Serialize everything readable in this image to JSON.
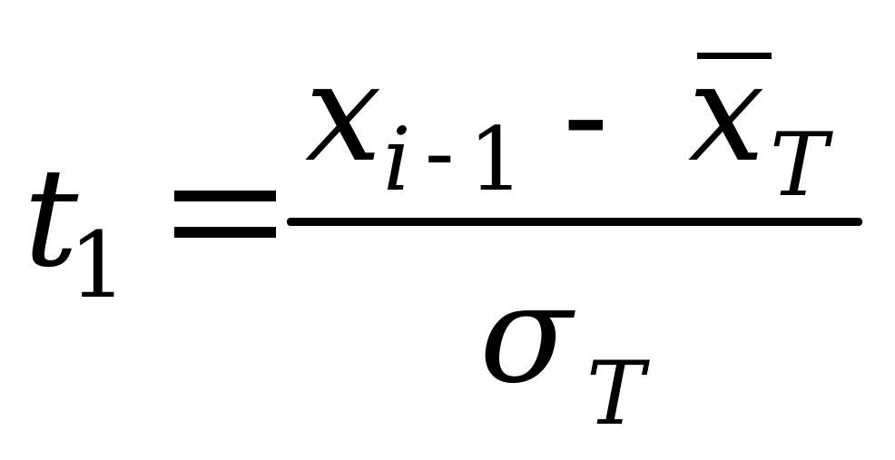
{
  "formula": {
    "lhs": {
      "variable": "t",
      "subscript": "1"
    },
    "relation": "=",
    "numerator": {
      "term1_variable": "x",
      "term1_subscript_index": "i",
      "term1_subscript_operator": "-",
      "term1_subscript_offset": "1",
      "operator": "-",
      "term2_variable": "x",
      "term2_subscript": "T"
    },
    "denominator": {
      "variable": "σ",
      "subscript": "T"
    }
  }
}
